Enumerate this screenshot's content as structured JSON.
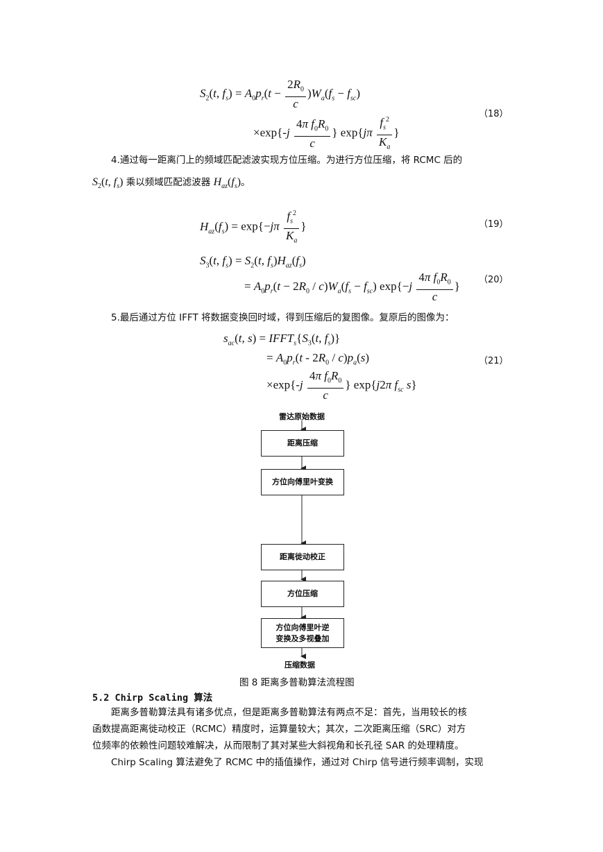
{
  "equations": {
    "eq18": {
      "line1": "S₂(t, fₛ) = A₀pᵣ(t − 2R₀/c)Wₐ(fₛ − fₛc)",
      "line2": "×exp{-j 4πf₀R₀/c} exp{jπ fₛ²/Kₐ}",
      "number": "（18）"
    },
    "eq19": {
      "line1": "Hₐz(fₛ) = exp{−jπ fₛ²/Kₐ}",
      "number": "（19）"
    },
    "eq20": {
      "line1": "S₃(t, fₛ) = S₂(t, fₛ)Hₐz(fₛ)",
      "line2": "= A₀pᵣ(t − 2R₀/c)Wₐ(fₛ − fₛc)exp{−j 4πf₀R₀/c}",
      "number": "（20）"
    },
    "eq21": {
      "line1": "sₐc(t,s) = IFFTₛ{S₃(t, fₛ)}",
      "line2": "= A₀pᵣ(t - 2R₀/c)pₐ(s)",
      "line3": "×exp{-j 4πf₀R₀/c} exp{j2πfₛc s}",
      "number": "（21）"
    }
  },
  "text": {
    "step4_line1": "4.通过每一距离门上的频域匹配滤波实现方位压缩。为进行方位压缩，将 RCMC 后的",
    "step4_line2_a": "乘以频域匹配滤波器",
    "step4_line2_b": "。",
    "step5": "5.最后通过方位 IFFT 将数据变换回时域，得到压缩后的复图像。复原后的图像为：",
    "section_heading": "5.2 Chirp Scaling 算法",
    "para1_line1": "距离多普勒算法具有诸多优点，但是距离多普勒算法有两点不足：首先，当用较长的核",
    "para1_line2": "函数提高距离徙动校正（RCMC）精度时，运算量较大；其次，二次距离压缩（SRC）对方",
    "para1_line3": "位频率的依赖性问题较难解决，从而限制了其对某些大斜视角和长孔径 SAR 的处理精度。",
    "para2_line1": "Chirp Scaling 算法避免了 RCMC 中的插值操作，通过对 Chirp 信号进行频率调制，实现"
  },
  "flowchart": {
    "input_label": "雷达原始数据",
    "steps": [
      "距离压缩",
      "方位向傅里叶变换",
      "距离徙动校正",
      "方位压缩",
      "方位向傅里叶逆\n变换及多视叠加"
    ],
    "output_label": "压缩数据",
    "caption": "图 8  距离多普勒算法流程图"
  }
}
